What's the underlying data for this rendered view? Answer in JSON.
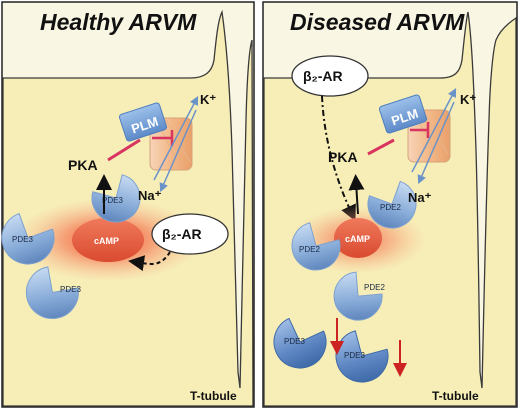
{
  "panels": {
    "healthy": {
      "title": "Healthy ARVM",
      "camp": "cAMP",
      "pka": "PKA",
      "plm": "PLM",
      "k_ion": "K⁺",
      "na_ion": "Na⁺",
      "receptor": "β₂-AR",
      "ttubule": "T-tubule",
      "pde": [
        "PDE3",
        "PDE3",
        "PDE3"
      ]
    },
    "diseased": {
      "title": "Diseased ARVM",
      "camp": "cAMP",
      "pka": "PKA",
      "plm": "PLM",
      "k_ion": "K⁺",
      "na_ion": "Na⁺",
      "receptor": "β₂-AR",
      "ttubule": "T-tubule",
      "pde2": [
        "PDE2",
        "PDE2",
        "PDE2"
      ],
      "pde3": [
        "PDE3",
        "PDE3"
      ]
    }
  },
  "colors": {
    "cell_fill": "#f7eeb7",
    "extracellular": "#f9f6e3",
    "pde_fill": "#8fb3de",
    "camp_fill": "#e85a3d",
    "camp_glow": "#f26a4a",
    "pka_inhibit": "#d8345f",
    "decrease_arrow": "#cc2222",
    "plm_fill": "#6e9bd4",
    "pump_fill": "#f4c7a4"
  }
}
